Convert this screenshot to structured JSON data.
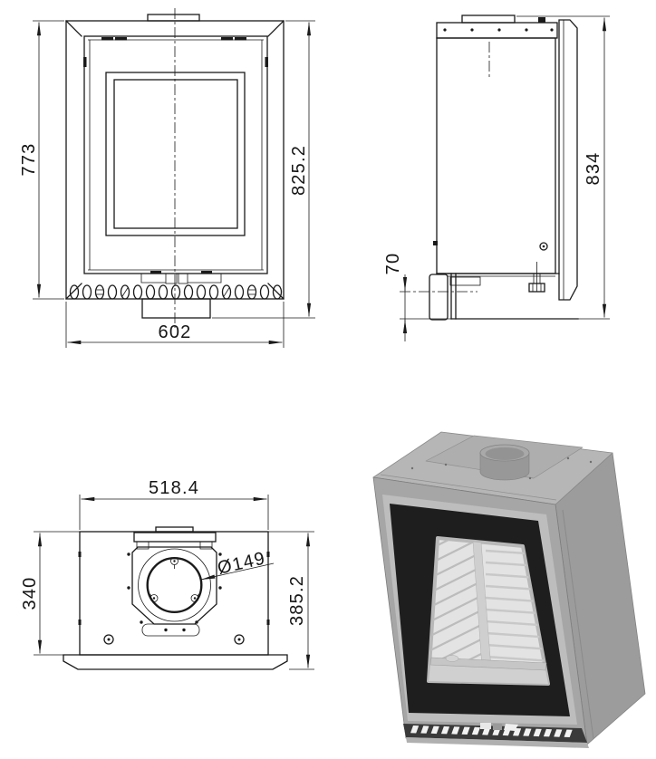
{
  "views": {
    "front": {
      "dim_height_frame": "773",
      "dim_height_overall": "825.2",
      "dim_width": "602"
    },
    "side": {
      "dim_height_overall": "834",
      "dim_ash_lip": "70"
    },
    "plan": {
      "dim_width_body": "518.4",
      "dim_depth_body": "340",
      "dim_depth_overall": "385.2",
      "dim_flue_diameter": "Ø149"
    }
  },
  "colors": {
    "line": "#1a1a1a",
    "paper": "#ffffff",
    "render_top": "#b6b6b6",
    "render_side": "#9c9c9c",
    "render_front": "#a6a6a6",
    "render_bevel": "#bdbdbd",
    "render_glass": "#1e1e1e",
    "render_firebox": "#e3e3e3",
    "render_vent": "#3a3a3a"
  }
}
